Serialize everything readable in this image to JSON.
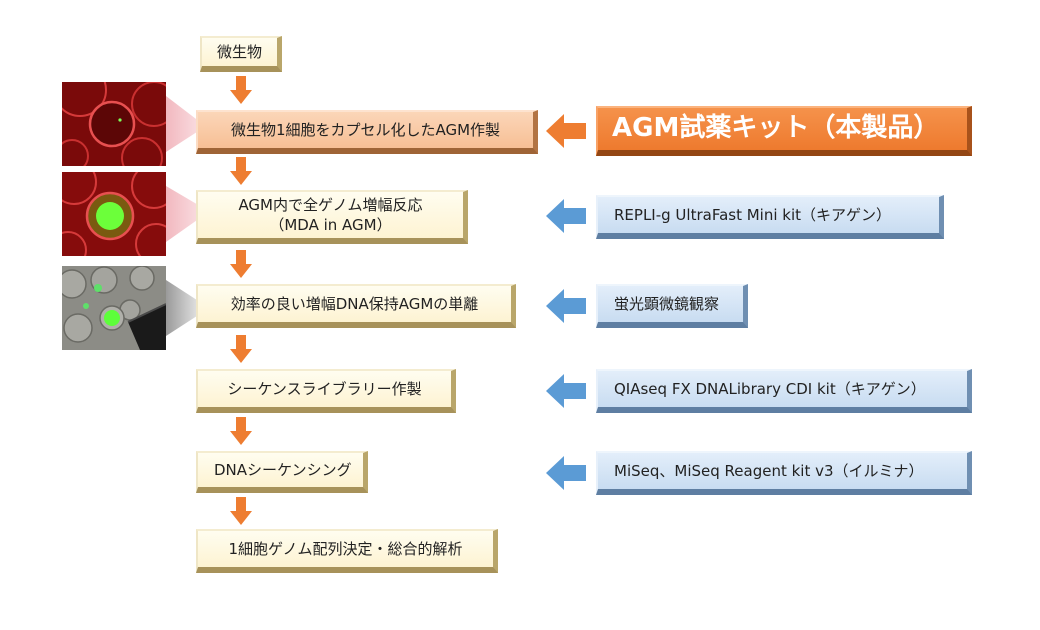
{
  "flow": {
    "step1": "微生物",
    "step2": "微生物1細胞をカプセル化したAGM作製",
    "step3_line1": "AGM内で全ゲノム増幅反応",
    "step3_line2": "（MDA in AGM）",
    "step4": "効率の良い増幅DNA保持AGMの単離",
    "step5": "シーケンスライブラリー作製",
    "step6": "DNAシーケンシング",
    "step7": "1細胞ゲノム配列決定・総合的解析"
  },
  "reagents": {
    "agm_kit": "AGM試薬キット（本製品）",
    "repli_g": "REPLI-g UltraFast Mini kit（キアゲン）",
    "microscopy": "蛍光顕微鏡観察",
    "qiaseq": "QIAseq FX DNALibrary CDI kit（キアゲン）",
    "miseq": "MiSeq、MiSeq Reagent kit v3（イルミナ）"
  },
  "colors": {
    "flow_arrow": "#ee7d31",
    "reagent_arrow_blue": "#5b9bd5",
    "reagent_arrow_orange": "#ee7d31"
  }
}
